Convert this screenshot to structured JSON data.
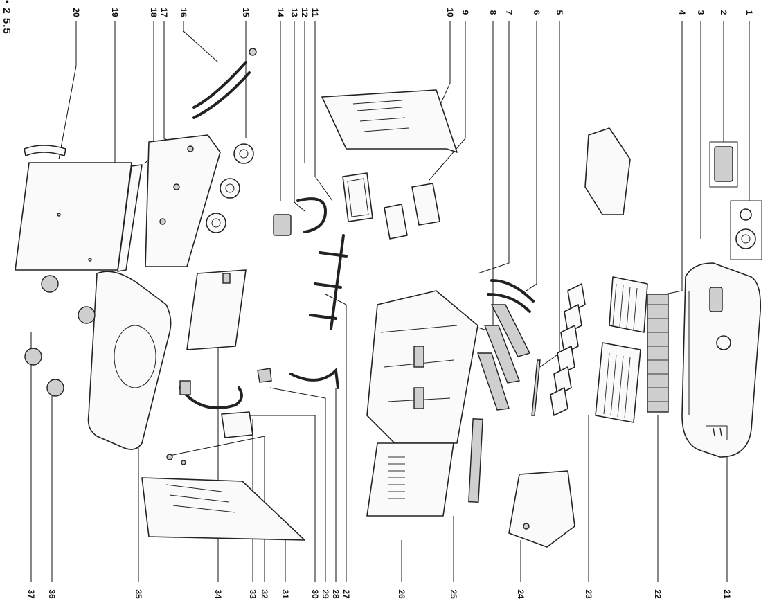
{
  "corner_label": "• 2 5.5",
  "callouts": {
    "top": [
      "20",
      "19",
      "18",
      "17",
      "16",
      "15",
      "14",
      "13",
      "12",
      "11",
      "10",
      "9",
      "8",
      "7",
      "6",
      "5",
      "4",
      "3",
      "2",
      "1"
    ],
    "bottom": [
      "37",
      "36",
      "35",
      "34",
      "33",
      "32",
      "31",
      "30",
      "29",
      "28",
      "27",
      "26",
      "25",
      "24",
      "23",
      "22",
      "21"
    ]
  }
}
